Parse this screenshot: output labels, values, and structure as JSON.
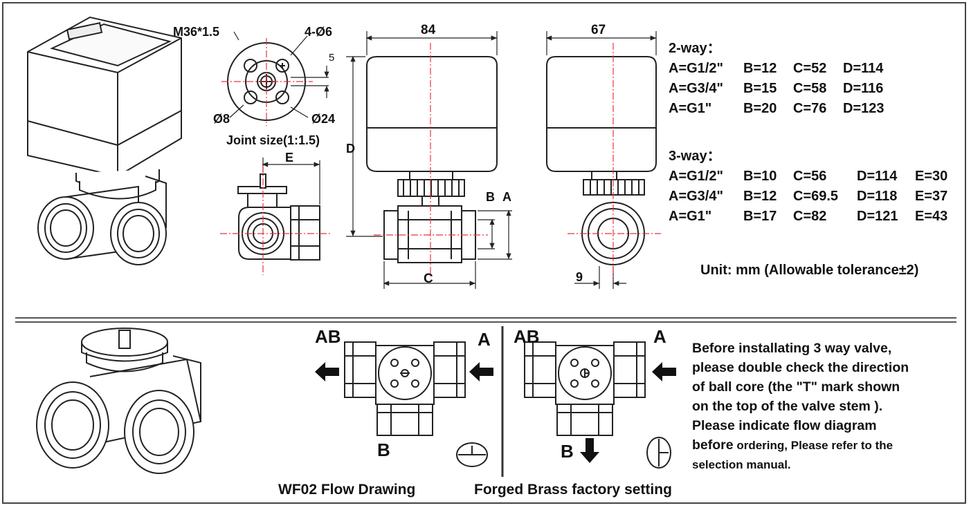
{
  "dimensions": {
    "thread": "M36*1.5",
    "holes": "4-Ø6",
    "offset": "5",
    "shaft": "Ø8",
    "pcd": "Ø24",
    "joint_caption": "Joint size(1:1.5)",
    "e_label": "E",
    "width_front": "84",
    "width_side": "67",
    "d_label": "D",
    "b_label": "B",
    "a_label": "A",
    "c_label": "C",
    "nine": "9"
  },
  "specs": {
    "two_way_title": "2-way：",
    "two_way_rows": [
      [
        "A=G1/2\"",
        "B=12",
        "C=52",
        "D=114"
      ],
      [
        "A=G3/4\"",
        "B=15",
        "C=58",
        "D=116"
      ],
      [
        "A=G1\"",
        "B=20",
        "C=76",
        "D=123"
      ]
    ],
    "three_way_title": "3-way：",
    "three_way_rows": [
      [
        "A=G1/2\"",
        "B=10",
        "C=56",
        "D=114",
        "E=30"
      ],
      [
        "A=G3/4\"",
        "B=12",
        "C=69.5",
        "D=118",
        "E=37"
      ],
      [
        "A=G1\"",
        "B=17",
        "C=82",
        "D=121",
        "E=43"
      ]
    ],
    "unit_note": "Unit: mm  (Allowable tolerance±2)"
  },
  "flow": {
    "left_ab": "AB",
    "left_a": "A",
    "left_b": "B",
    "right_ab": "AB",
    "right_a": "A",
    "right_b": "B",
    "caption_left": "WF02 Flow Drawing",
    "caption_right": "Forged Brass factory setting"
  },
  "note": {
    "line1": "Before installating 3 way valve,",
    "line2": "please double check the direction",
    "line3": "of ball core (the \"T\" mark shown",
    "line4": "on the top of the valve  stem ).",
    "line5": "Please indicate flow diagram",
    "line6a": "before",
    "line6b": " ordering, Please refer to the",
    "line7": "selection manual."
  },
  "colors": {
    "centerline": "#e8323c",
    "ink": "#222222"
  }
}
